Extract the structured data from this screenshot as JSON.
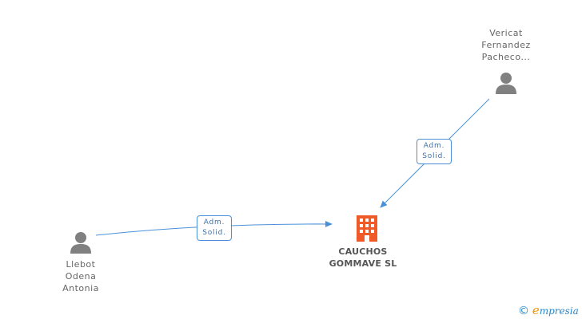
{
  "nodes": {
    "person_top": {
      "lines": [
        "Vericat",
        "Fernandez",
        "Pacheco..."
      ]
    },
    "person_left": {
      "lines": [
        "Llebot",
        "Odena",
        "Antonia"
      ]
    },
    "company": {
      "lines": [
        "CAUCHOS",
        "GOMMAVE SL"
      ]
    }
  },
  "edges": {
    "top_to_company": {
      "lines": [
        "Adm.",
        "Solid."
      ]
    },
    "left_to_company": {
      "lines": [
        "Adm.",
        "Solid."
      ]
    }
  },
  "watermark": {
    "copyright": "©",
    "e": "e",
    "rest": "mpresia"
  },
  "colors": {
    "edge": "#4a90d9",
    "person_icon": "#808080",
    "company_icon": "#f05a28"
  }
}
